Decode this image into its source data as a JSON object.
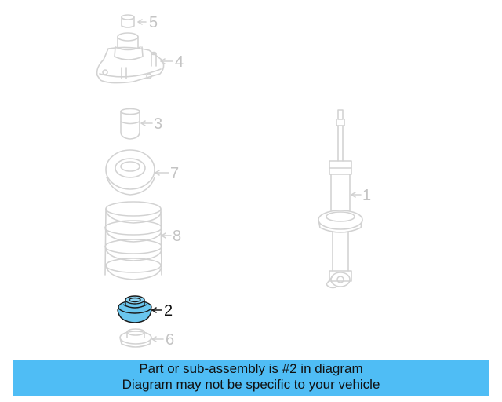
{
  "diagram": {
    "callouts": [
      "1",
      "2",
      "3",
      "4",
      "5",
      "6",
      "7",
      "8"
    ],
    "highlighted_part": "2",
    "highlight_color": "#6ac6ee",
    "muted_line_color": "#d2d2d2"
  },
  "banner": {
    "line1": "Part or sub-assembly is #2 in diagram",
    "line2": "Diagram may not be specific to your vehicle",
    "background": "#4fbdf5"
  }
}
